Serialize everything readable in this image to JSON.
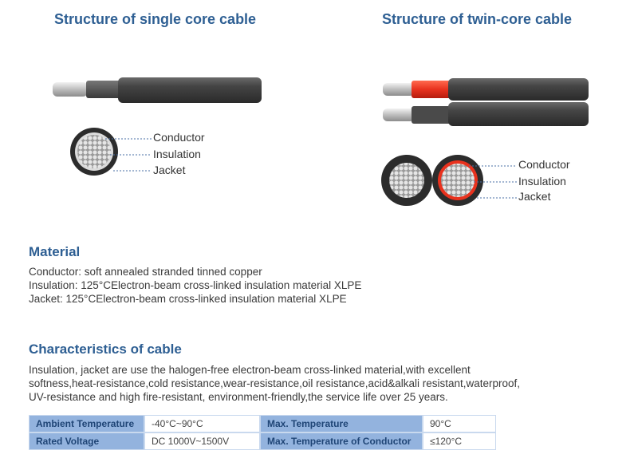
{
  "single": {
    "title": "Structure of single core cable",
    "callouts": [
      "Conductor",
      "Insulation",
      "Jacket"
    ]
  },
  "twin": {
    "title": "Structure of twin-core cable",
    "callouts": [
      "Conductor",
      "Insulation",
      "Jacket"
    ]
  },
  "material": {
    "heading": "Material",
    "lines": [
      "Conductor: soft annealed stranded tinned copper",
      "Insulation: 125°CElectron-beam cross-linked insulation material XLPE",
      "Jacket: 125°CElectron-beam cross-linked insulation material XLPE"
    ]
  },
  "characteristics": {
    "heading": "Characteristics of cable",
    "lines": [
      " Insulation, jacket are use the halogen-free electron-beam cross-linked material,with excellent",
      "softness,heat-resistance,cold resistance,wear-resistance,oil resistance,acid&alkali resistant,waterproof,",
      "UV-resistance and high fire-resistant, environment-friendly,the service life over 25 years."
    ]
  },
  "specs": {
    "rows": [
      [
        {
          "label": "Ambient Temperature",
          "value": "-40°C~90°C"
        },
        {
          "label": "Max. Temperature",
          "value": "90°C"
        }
      ],
      [
        {
          "label": "Rated Voltage",
          "value": "DC 1000V~1500V"
        },
        {
          "label": "Max. Temperature of Conductor",
          "value": "≤120°C"
        }
      ]
    ]
  },
  "colors": {
    "heading": "#2e5f93",
    "jacket": "#3b3b3b",
    "insulation_red": "#e8321e",
    "table_header": "#93b3de"
  }
}
